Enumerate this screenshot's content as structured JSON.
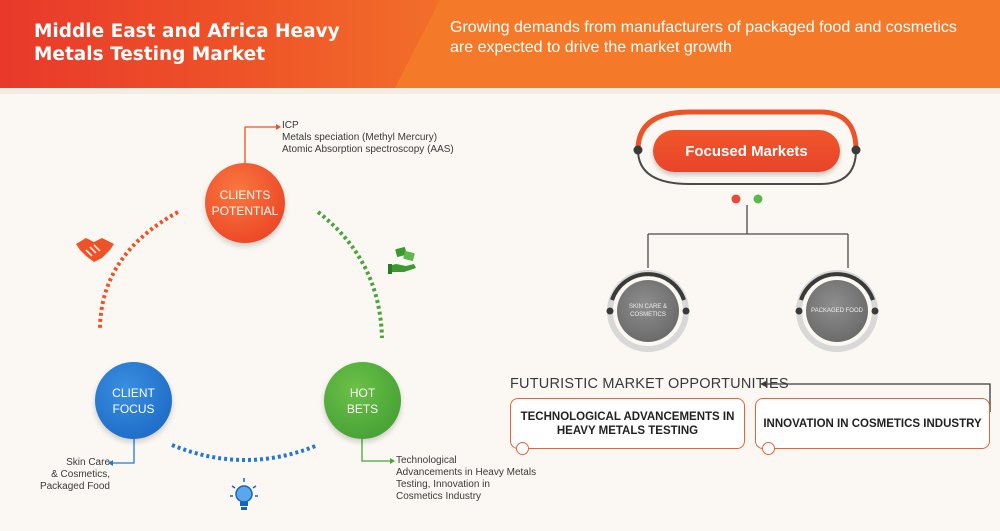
{
  "header": {
    "title": "Middle East and Africa Heavy Metals Testing Market",
    "subtitle": "Growing demands from manufacturers of packaged food and cosmetics are expected to drive the market growth"
  },
  "cycle": {
    "top": {
      "label_line1": "CLIENTS",
      "label_line2": "POTENTIAL",
      "notes": [
        "ICP",
        "Metals speciation (Methyl Mercury)",
        "Atomic Absorption spectroscopy (AAS)"
      ]
    },
    "left": {
      "label_line1": "CLIENT",
      "label_line2": "FOCUS",
      "notes": [
        "Skin Care",
        "& Cosmetics,",
        "Packaged Food"
      ]
    },
    "right": {
      "label_line1": "HOT",
      "label_line2": "BETS",
      "notes": [
        "Technological",
        "Advancements in Heavy Metals",
        "Testing, Innovation in",
        "Cosmetics Industry"
      ]
    },
    "icons": [
      "handshake-icon",
      "money-hand-icon",
      "lightbulb-icon"
    ]
  },
  "focused_markets": {
    "title": "Focused Markets",
    "items": [
      {
        "line1": "SKIN CARE &",
        "line2": "COSMETICS"
      },
      {
        "line1": "PACKAGED FOOD",
        "line2": ""
      }
    ]
  },
  "futuristic": {
    "title": "FUTURISTIC MARKET OPPORTUNITIES",
    "boxes": [
      {
        "line1": "TECHNOLOGICAL ADVANCEMENTS IN",
        "line2": "HEAVY METALS TESTING"
      },
      {
        "line1": "INNOVATION IN COSMETICS INDUSTRY",
        "line2": ""
      }
    ]
  },
  "colors": {
    "orange": "#ee5328",
    "blue": "#1662c0",
    "green": "#3b9a2f",
    "grey": "#6b6b6b",
    "red_dot": "#e84a3a",
    "green_dot": "#5cb848"
  }
}
